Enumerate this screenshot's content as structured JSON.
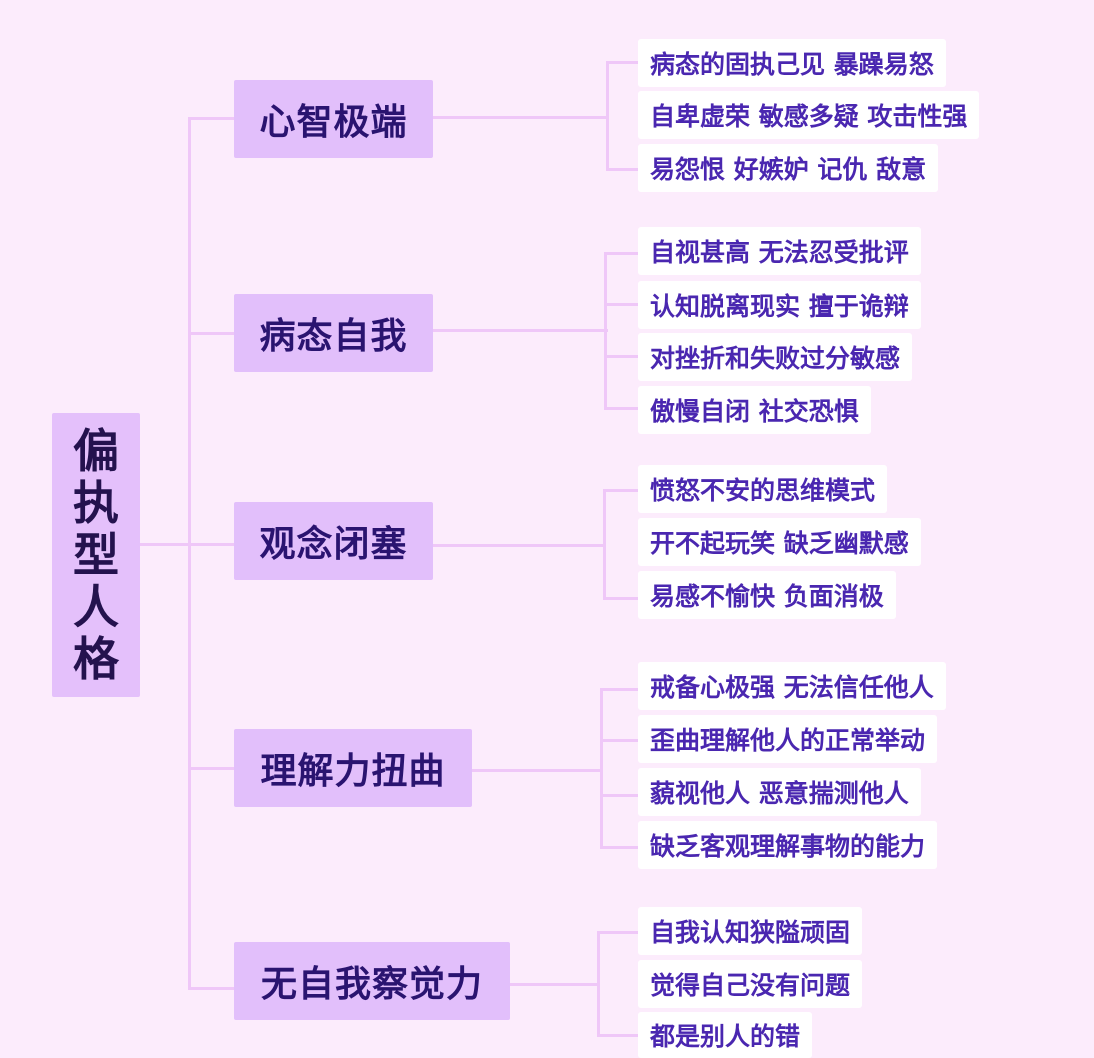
{
  "root": {
    "title": "偏执型人格",
    "chars": [
      "偏",
      "执",
      "型",
      "人",
      "格"
    ]
  },
  "colors": {
    "background": "#fcecfc",
    "root_fill": "#e4c0fb",
    "branch_fill": "#e2bffb",
    "branch_text": "#2a1470",
    "leaf_fill": "#ffffff",
    "leaf_text": "#4a27b0",
    "connector": "#efc7f8"
  },
  "branches": [
    {
      "label": "心智极端",
      "items": [
        "病态的固执己见 暴躁易怒",
        "自卑虚荣 敏感多疑 攻击性强",
        "易怨恨 好嫉妒 记仇 敌意"
      ]
    },
    {
      "label": "病态自我",
      "items": [
        "自视甚高 无法忍受批评",
        "认知脱离现实 擅于诡辩",
        "对挫折和失败过分敏感",
        "傲慢自闭 社交恐惧"
      ]
    },
    {
      "label": "观念闭塞",
      "items": [
        "愤怒不安的思维模式",
        "开不起玩笑 缺乏幽默感",
        "易感不愉快 负面消极"
      ]
    },
    {
      "label": "理解力扭曲",
      "items": [
        "戒备心极强 无法信任他人",
        "歪曲理解他人的正常举动",
        "藐视他人 恶意揣测他人",
        "缺乏客观理解事物的能力"
      ]
    },
    {
      "label": "无自我察觉力",
      "items": [
        "自我认知狭隘顽固",
        "觉得自己没有问题",
        "都是别人的错"
      ]
    }
  ]
}
